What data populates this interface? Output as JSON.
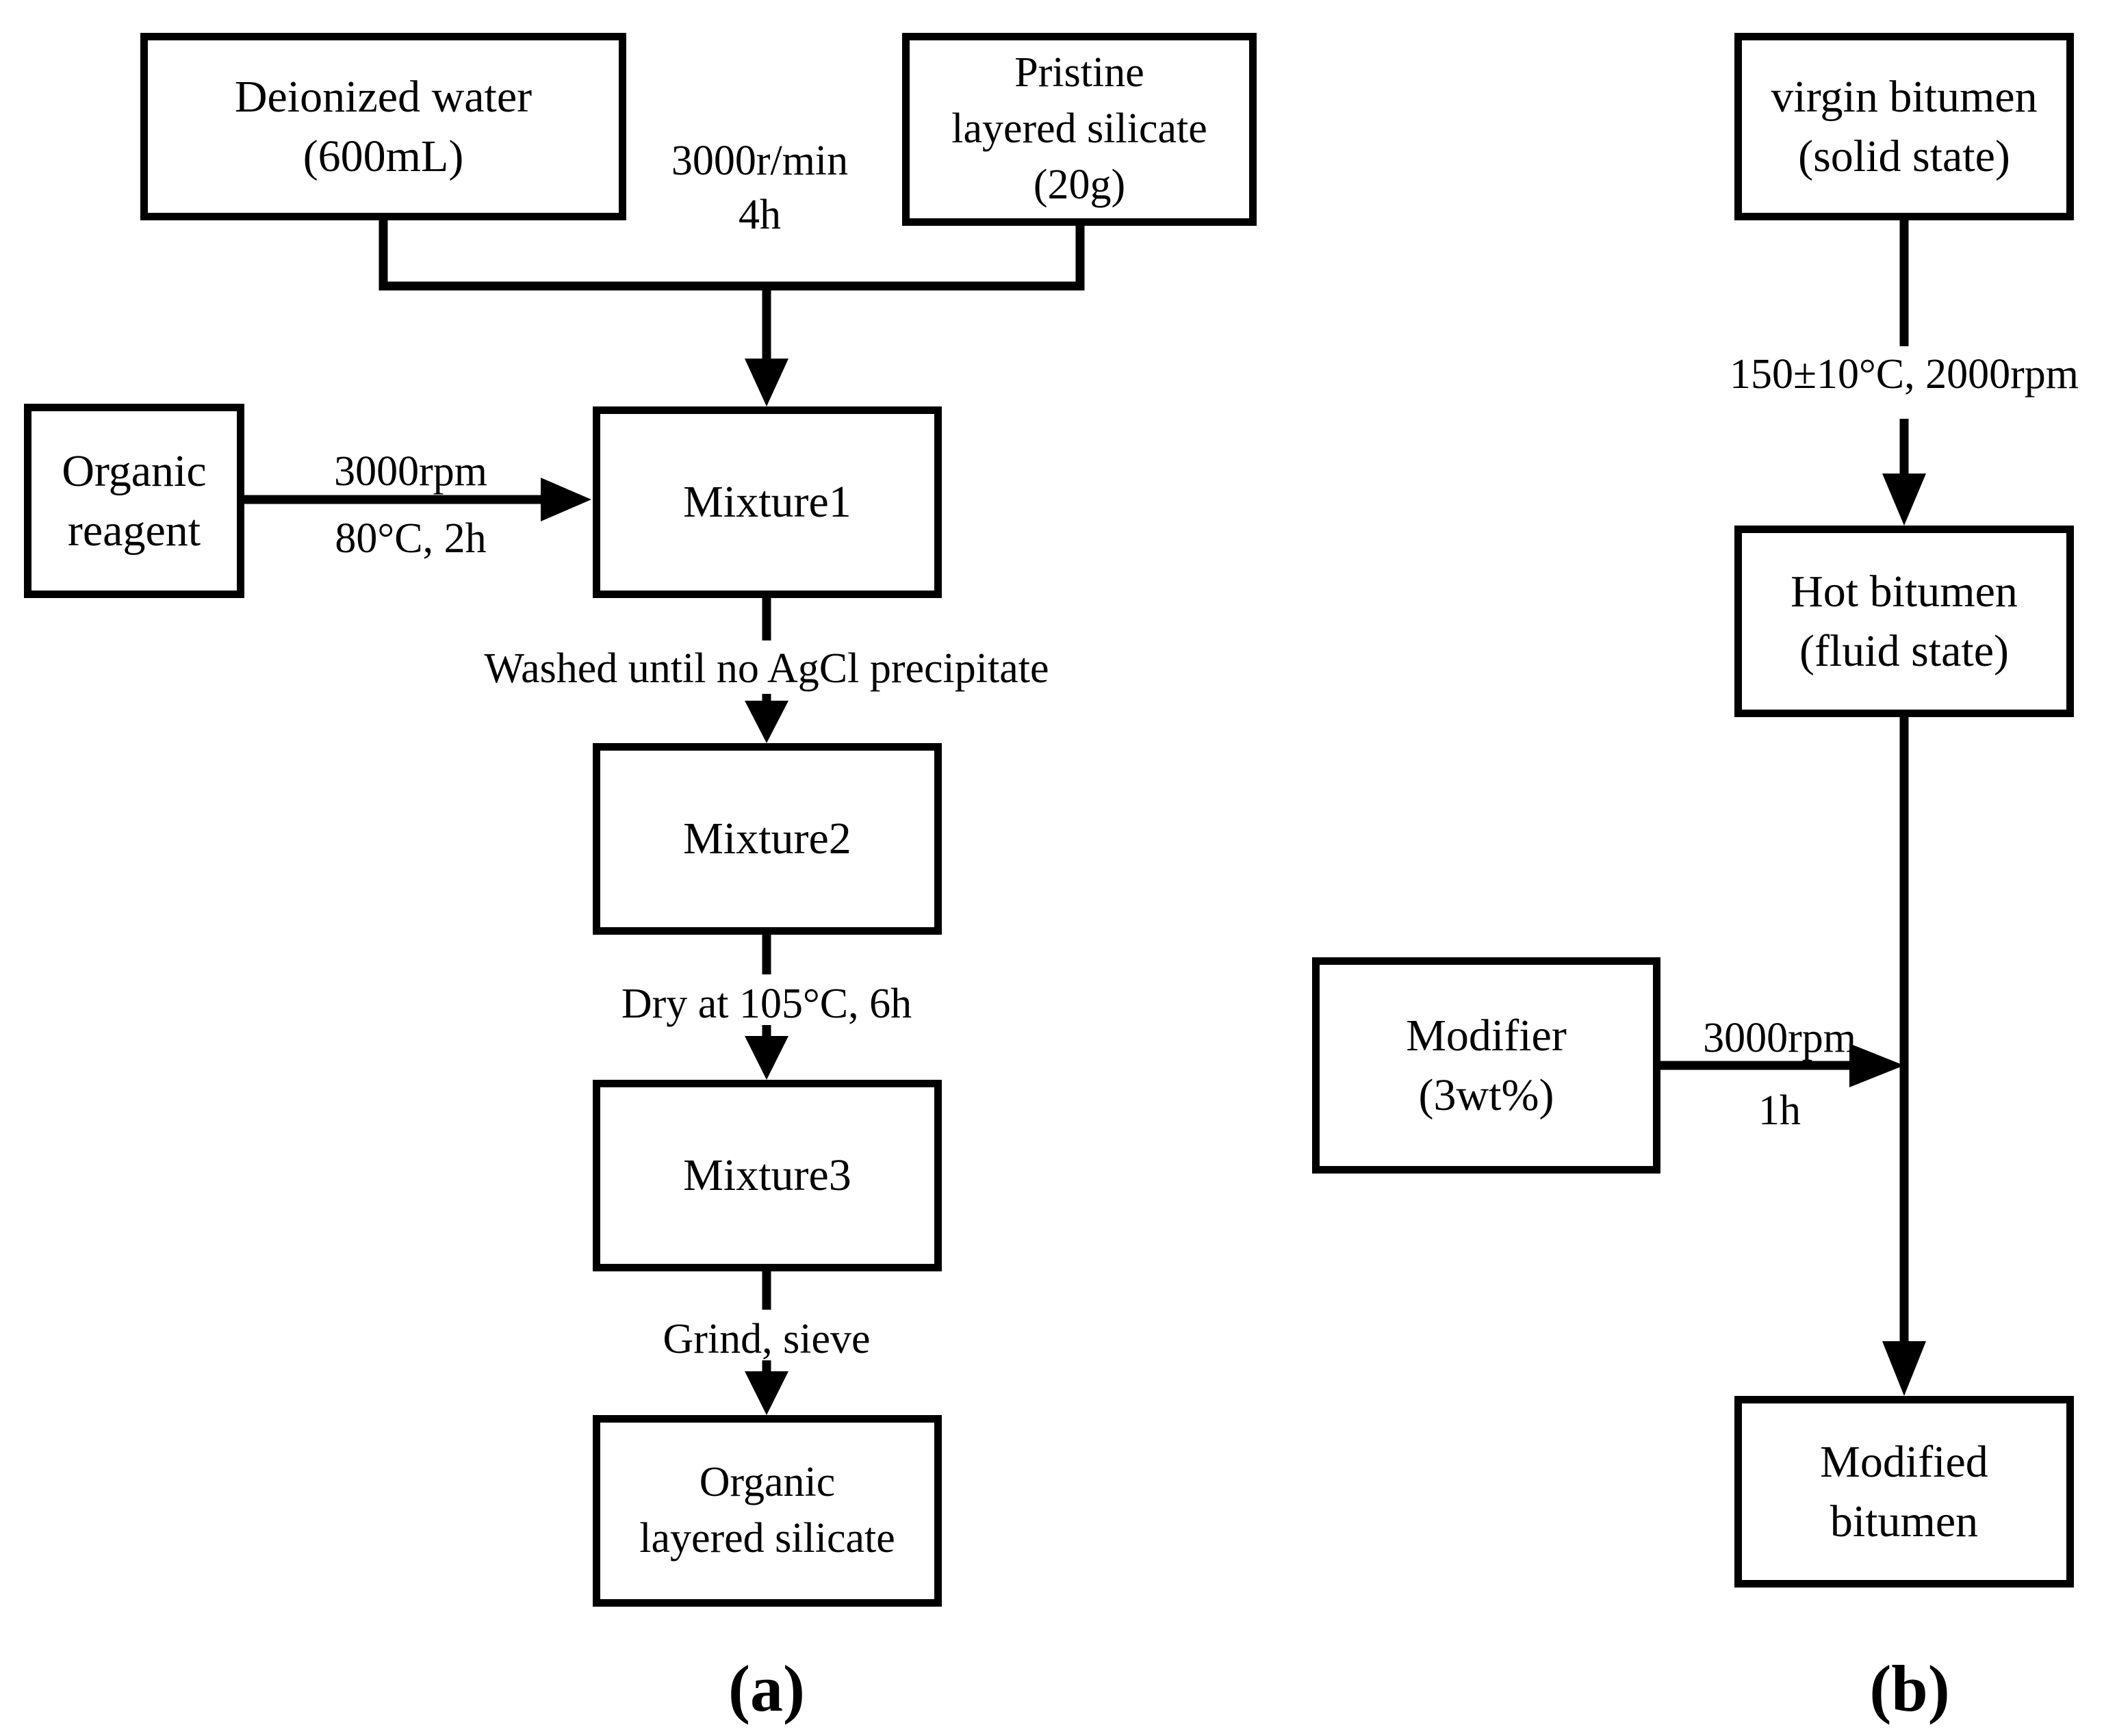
{
  "figure": {
    "caption_a": "(a)",
    "caption_b": "(b)",
    "colors": {
      "line": "#000000",
      "background": "#ffffff"
    }
  },
  "chart_a": {
    "nodes": {
      "deionized_water": "Deionized water\n(600mL)",
      "pristine_silicate": "Pristine\nlayered silicate\n(20g)",
      "organic_reagent": "Organic\nreagent",
      "mixture1": "Mixture1",
      "mixture2": "Mixture2",
      "mixture3": "Mixture3",
      "organic_silicate": "Organic\nlayered silicate"
    },
    "labels": {
      "mix_conditions": "3000r/min\n4h",
      "reagent_rpm": "3000rpm",
      "reagent_temp_time": "80°C, 2h",
      "wash_step": "Washed until no AgCl precipitate",
      "dry_step": "Dry at 105°C, 6h",
      "grind_step": "Grind, sieve"
    }
  },
  "chart_b": {
    "nodes": {
      "virgin_bitumen": "virgin bitumen\n(solid state)",
      "hot_bitumen": "Hot bitumen\n(fluid state)",
      "modifier": "Modifier\n(3wt%)",
      "modified_bitumen": "Modified\nbitumen"
    },
    "labels": {
      "heating": "150±10°C, 2000rpm",
      "mixing_rpm": "3000rpm",
      "mixing_time": "1h"
    }
  }
}
